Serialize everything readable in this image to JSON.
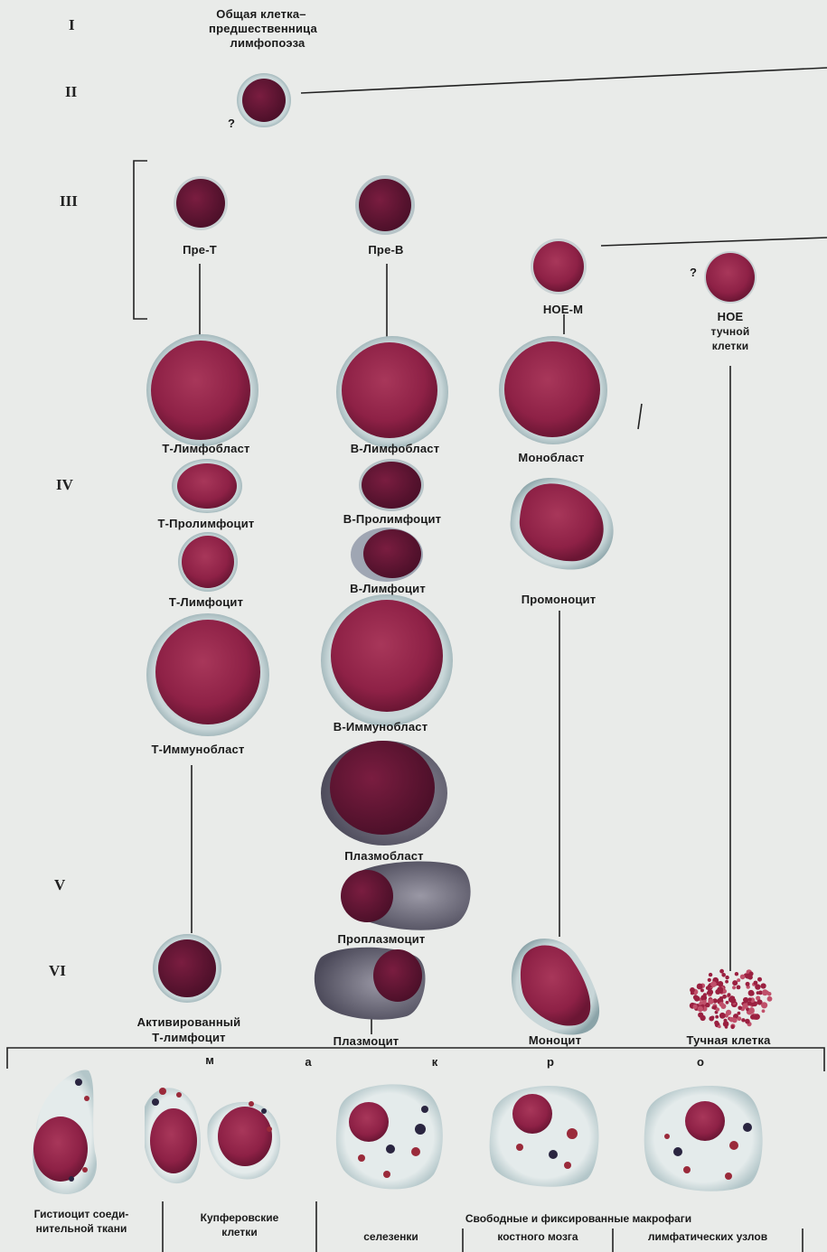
{
  "levels": [
    "I",
    "II",
    "III",
    "IV",
    "V",
    "VI"
  ],
  "question_mark": "?",
  "top": {
    "common_line1": "Общая клетка–",
    "common_line2": "предшественница",
    "common_line3": "лимфопоэза"
  },
  "cells": {
    "pre_t": "Пре-Т",
    "pre_b": "Пре-В",
    "noe_m": "НОЕ-М",
    "noe_mast_line1": "НОЕ",
    "noe_mast_line2": "тучной",
    "noe_mast_line3": "клетки",
    "t_lymphoblast": "Т-Лимфобласт",
    "b_lymphoblast": "В-Лимфобласт",
    "monoblast": "Монобласт",
    "t_prolymphocyte": "Т-Пролимфоцит",
    "b_prolymphocyte": "В-Пролимфоцит",
    "t_lymphocyte": "Т-Лимфоцит",
    "b_lymphocyte": "В-Лимфоцит",
    "promonocyte": "Промоноцит",
    "b_immunoblast": "В-Иммунобласт",
    "t_immunoblast": "Т-Иммунобласт",
    "plasmoblast": "Плазмобласт",
    "proplasmocyte": "Проплазмоцит",
    "activated_t_line1": "Активированный",
    "activated_t_line2": "Т-лимфоцит",
    "plasmocyte": "Плазмоцит",
    "monocyte": "Моноцит",
    "mast_cell": "Тучная клетка"
  },
  "macrophage_letters": [
    "м",
    "а",
    "к",
    "р",
    "о"
  ],
  "bottom": {
    "histiocyte_line1": "Гистиоцит соеди-",
    "histiocyte_line2": "нительной ткани",
    "kupffer_line1": "Купферовские",
    "kupffer_line2": "клетки",
    "free_fixed": "Свободные и фиксированные макрофаги",
    "spleen": "селезенки",
    "bone_marrow": "костного мозга",
    "lymph_nodes": "лимфатических узлов"
  },
  "colors": {
    "nucleus": "#8e2146",
    "nucleus_dark": "#5a1230",
    "cytoplasm": "#b9c9cc",
    "cytoplasm_edge": "#8aa3a8",
    "plasma_cyto": "#6b6a78",
    "line": "#222222",
    "granule_dark": "#2a2540",
    "granule_red": "#9a2a3a"
  }
}
